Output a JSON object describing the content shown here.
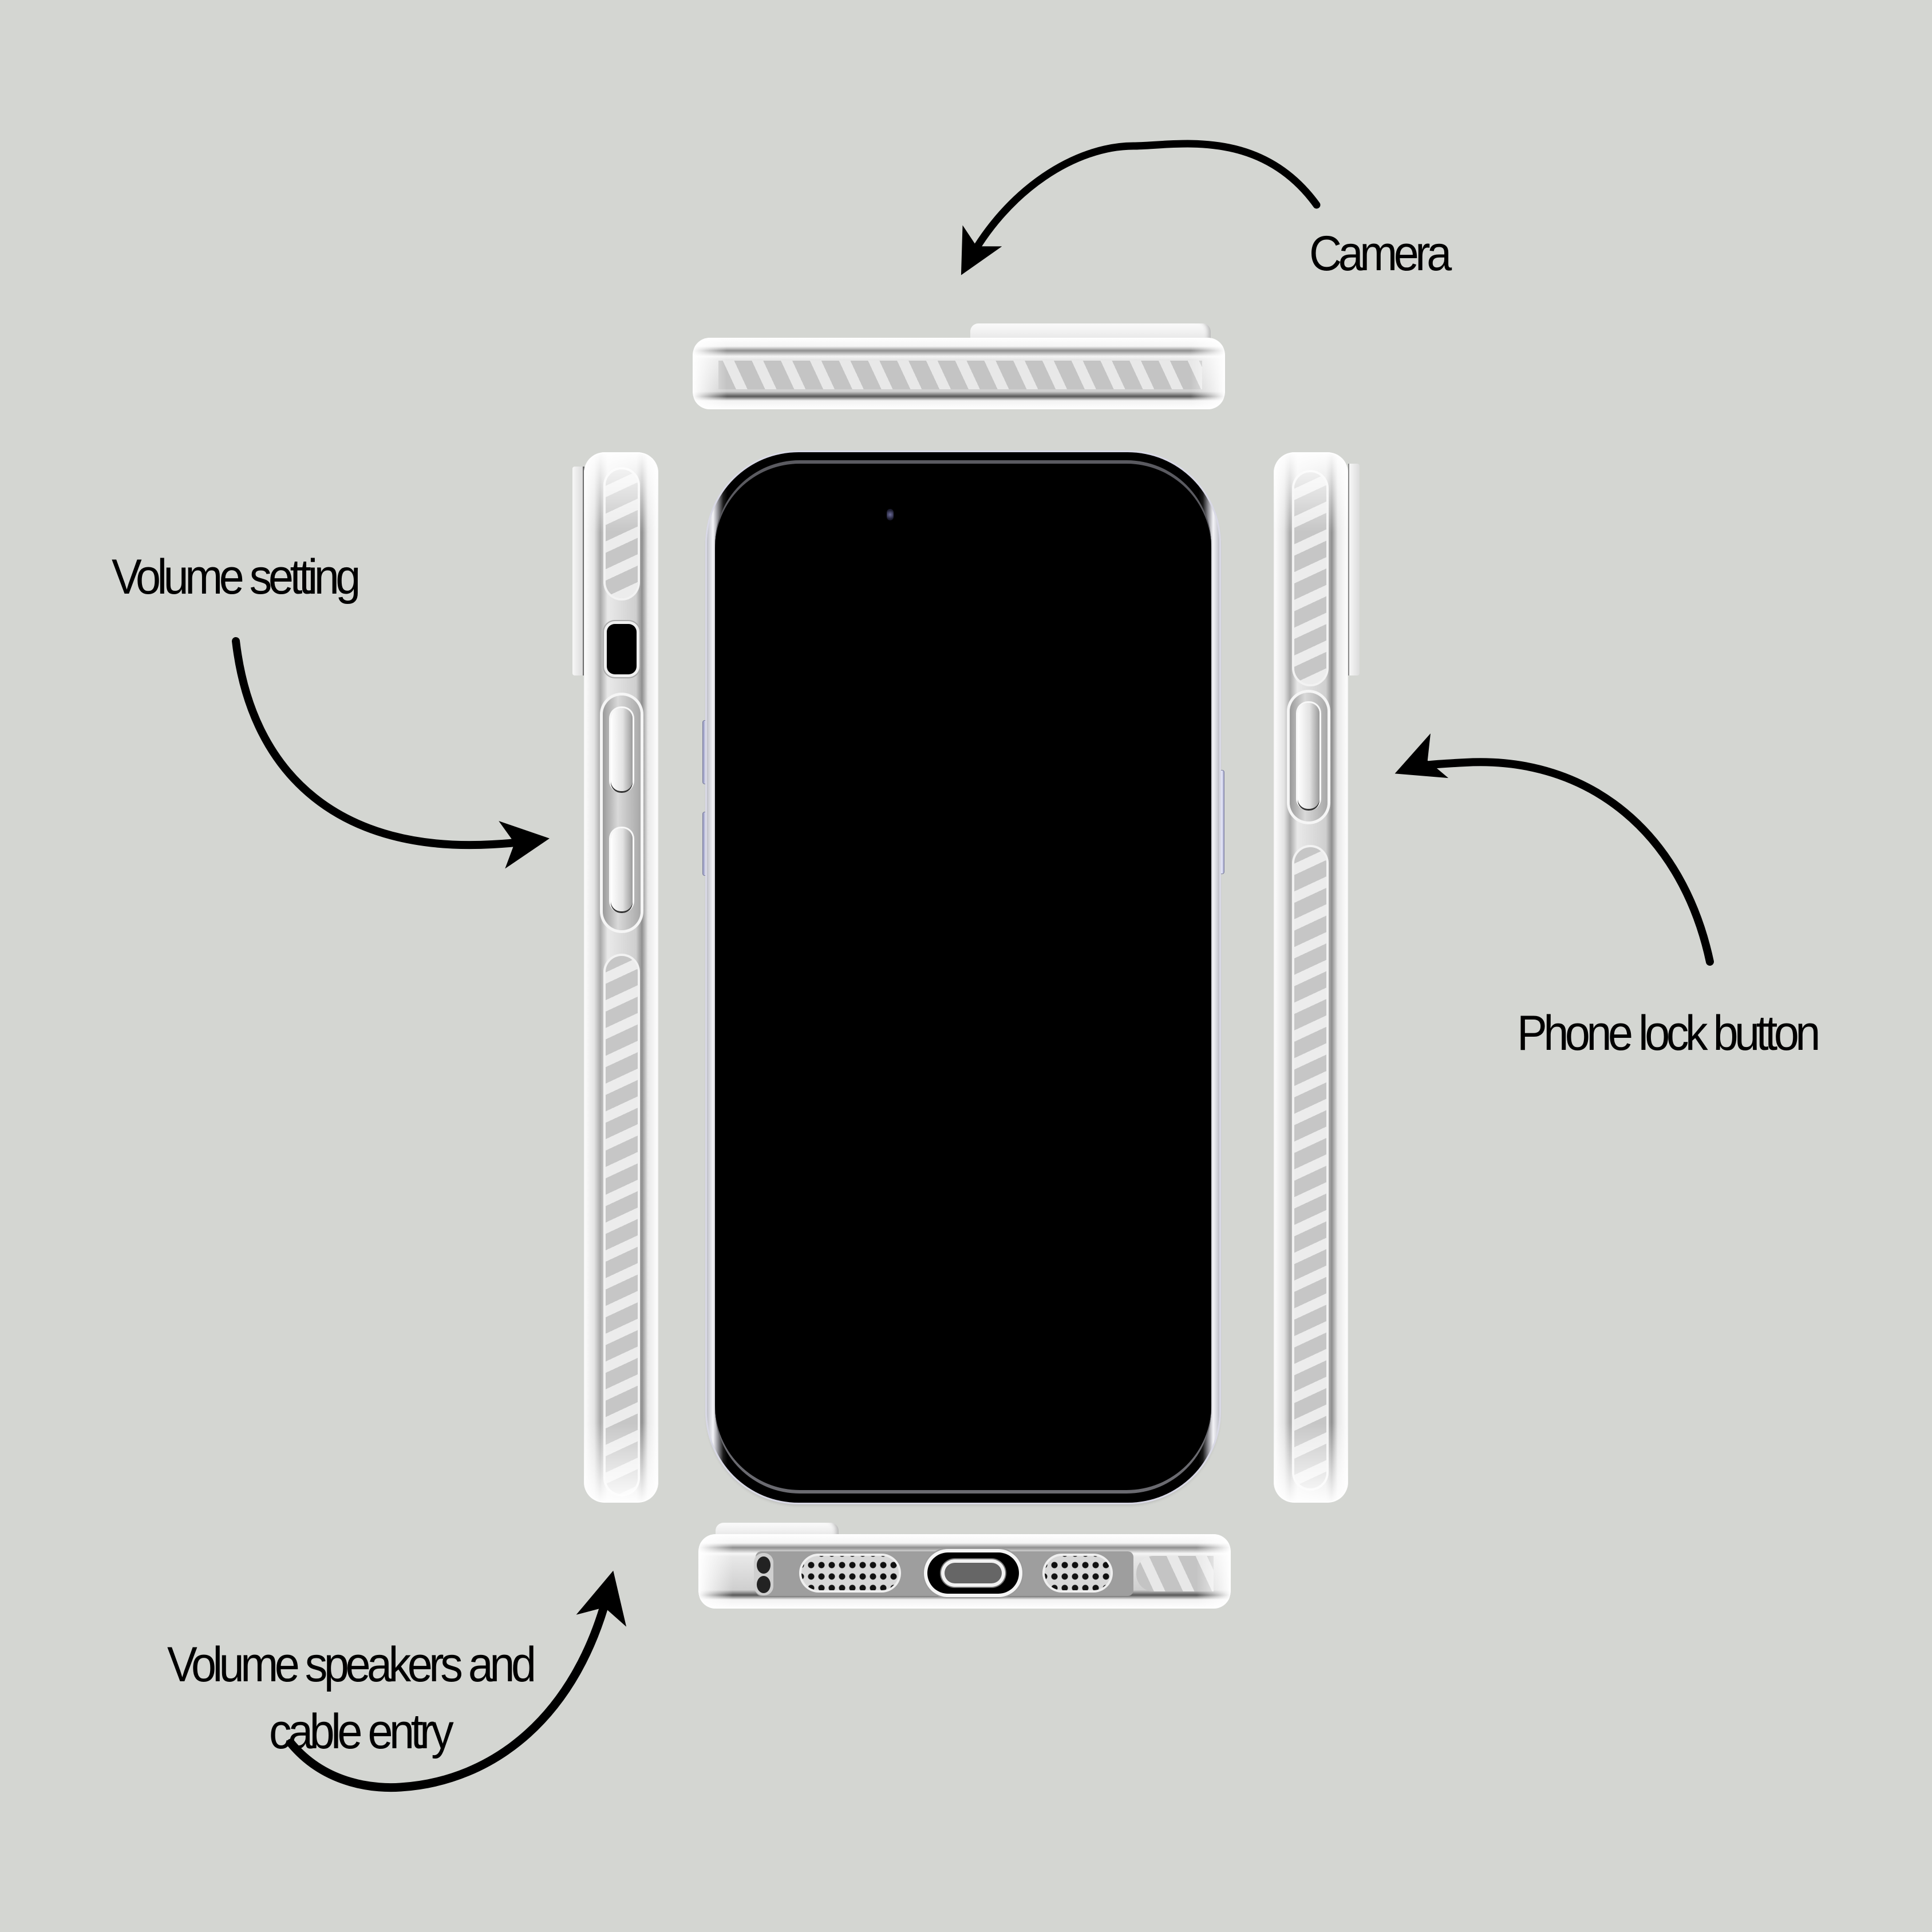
{
  "background_color": "#d4d6d2",
  "labels": {
    "camera": "Camera",
    "volume_setting": "Volume setting",
    "phone_lock_button": "Phone lock button",
    "speakers_line1": "Volume speakers and",
    "speakers_line2": "cable entry"
  },
  "views": {
    "top": "top-edge-view",
    "left": "left-side-view",
    "front": "front-view",
    "right": "right-side-view",
    "bottom": "bottom-edge-view"
  },
  "colors": {
    "arrow": "#000000",
    "screen": "#000000",
    "case_clear": "#f4f4f4",
    "case_shadow": "#9e9e9e"
  }
}
